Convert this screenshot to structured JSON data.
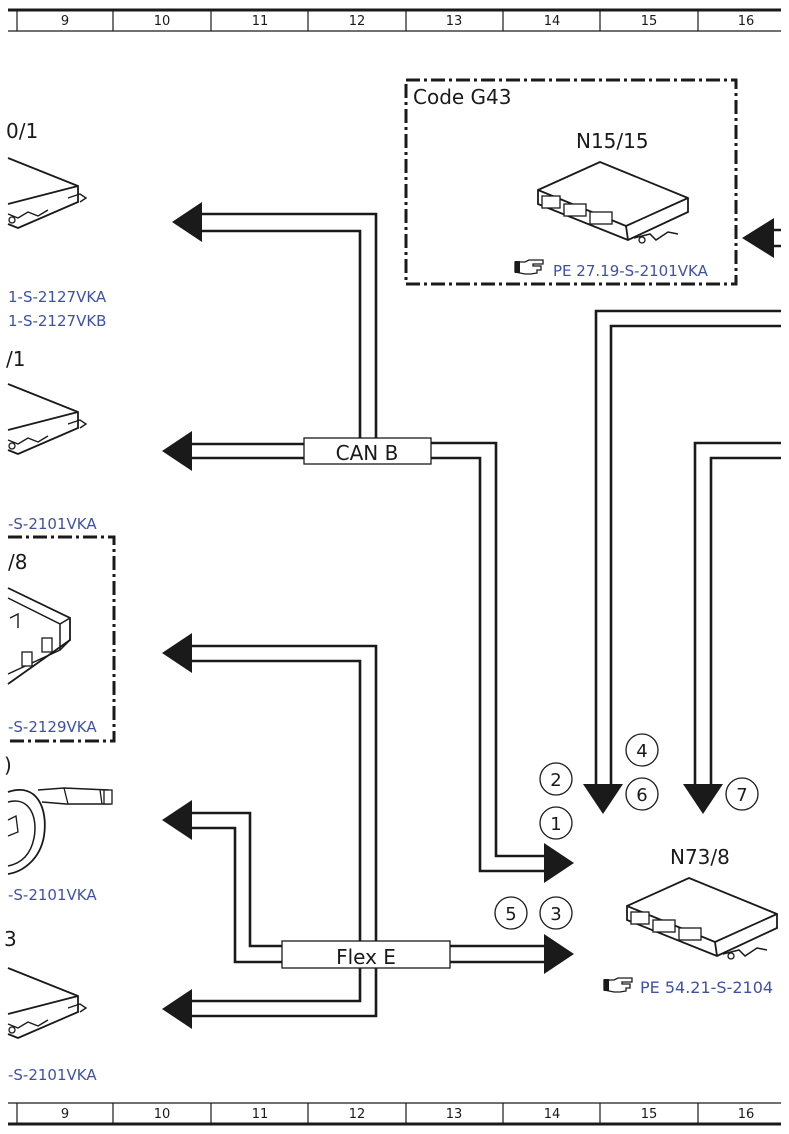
{
  "grid": {
    "columns": [
      "9",
      "10",
      "11",
      "12",
      "13",
      "14",
      "15",
      "16"
    ]
  },
  "components": {
    "code_box_label": "Code G43",
    "n15_15": "N15/15",
    "n73_8": "N73/8",
    "left_1": "0/1",
    "left_2": "/1",
    "left_3": "/8",
    "left_4": ")",
    "left_5": "3"
  },
  "buses": {
    "can_b": "CAN B",
    "flex_e": "Flex E"
  },
  "references": {
    "n15_15_ref": "PE 27.19-S-2101VKA",
    "n73_8_ref": "PE 54.21-S-2104",
    "left_1a": "1-S-2127VKA",
    "left_1b": "1-S-2127VKB",
    "left_2": "-S-2101VKA",
    "left_3": "-S-2129VKA",
    "left_4": "-S-2101VKA",
    "left_5": "-S-2101VKA"
  },
  "markers": [
    "1",
    "2",
    "3",
    "4",
    "5",
    "6",
    "7"
  ],
  "colors": {
    "line": "#1a1a1a",
    "reference": "#3f51a3"
  },
  "icons": [
    "pointing-hand-icon"
  ]
}
